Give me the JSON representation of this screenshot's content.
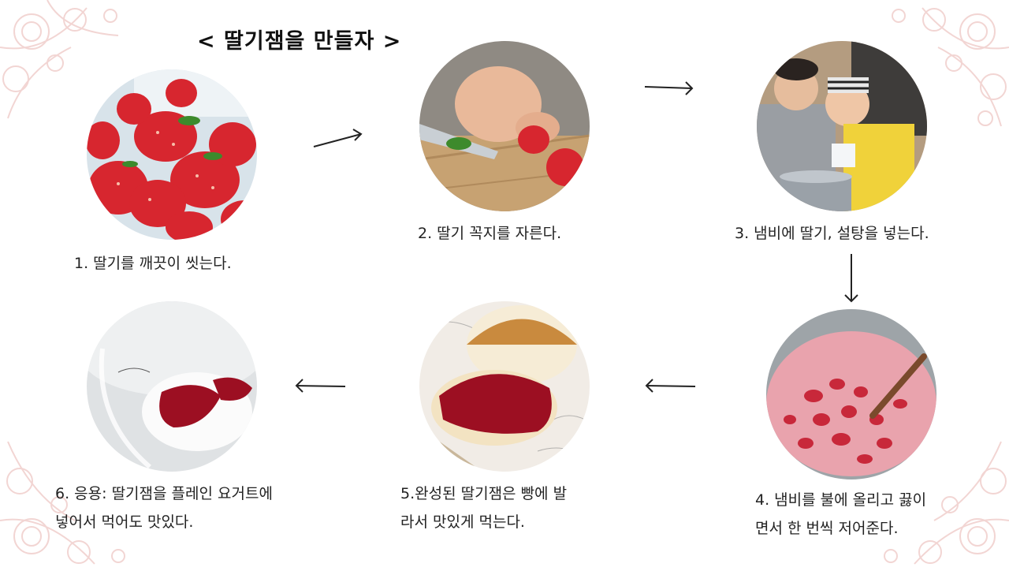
{
  "title": "< 딸기잼을 만들자 >",
  "steps": [
    {
      "caption_line1": "1. 딸기를 깨끗이 씻는다.",
      "caption_line2": ""
    },
    {
      "caption_line1": "2. 딸기 꼭지를 자른다.",
      "caption_line2": ""
    },
    {
      "caption_line1": "3. 냄비에 딸기, 설탕을 넣는다.",
      "caption_line2": ""
    },
    {
      "caption_line1": "4. 냄비를 불에 올리고 끓이",
      "caption_line2": "면서 한 번씩 저어준다."
    },
    {
      "caption_line1": "5.완성된 딸기잼은 빵에 발",
      "caption_line2": "라서 맛있게 먹는다."
    },
    {
      "caption_line1": "6. 응용: 딸기잼을 플레인 요거트에",
      "caption_line2": "넣어서 먹어도 맛있다."
    }
  ],
  "colors": {
    "lace": "#e8b4b0",
    "arrow": "#222222",
    "strawberry": "#d7262f",
    "jam": "#9c0f22"
  },
  "icons": [
    "arrow-right-icon",
    "arrow-down-icon",
    "arrow-left-icon"
  ]
}
